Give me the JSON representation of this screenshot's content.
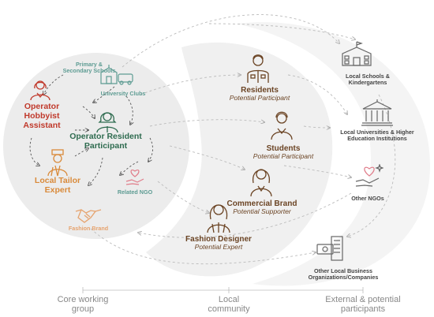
{
  "core_group": {
    "primary_schools": "Primary & Secondary Schools",
    "university_clubs": "University Clubs",
    "operator_hobbyist": "Operator Hobbyist Assistant",
    "operator_resident": "Operator Resident Participant",
    "local_tailor": "Local Tailor Expert",
    "related_ngo": "Related NGO",
    "fashion_brand": "Fashion Brand"
  },
  "community": {
    "residents": {
      "title": "Residents",
      "role": "Potential Participant"
    },
    "students": {
      "title": "Students",
      "role": "Potential Participant"
    },
    "commercial_brand": {
      "title": "Commercial Brand",
      "role": "Potential Supporter"
    },
    "fashion_designer": {
      "title": "Fashion Designer",
      "role": "Potential Expert"
    }
  },
  "external": {
    "local_schools": "Local Schools & Kindergartens",
    "universities": "Local Universities & Higher Education Institutions",
    "other_ngos": "Other NGOs",
    "other_business": "Other Local Business Organizations/Companies"
  },
  "axis": {
    "core": "Core working group",
    "local": "Local community",
    "external": "External & potential participants"
  },
  "colors": {
    "red": "#c0392b",
    "green": "#2e6b4f",
    "orange": "#d98a3a",
    "teal": "#5e9c93",
    "brown": "#6b4424",
    "grey": "#666666"
  }
}
